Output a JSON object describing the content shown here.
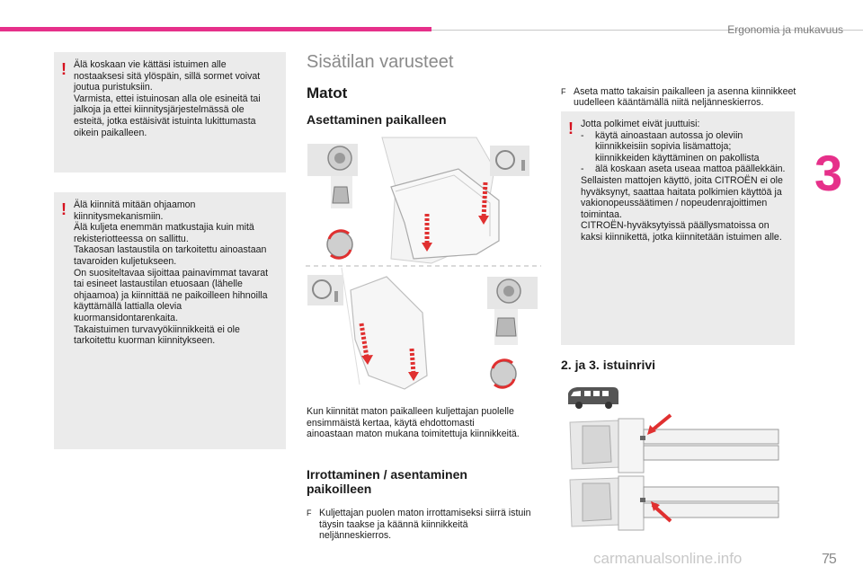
{
  "header": {
    "running_title": "Ergonomia ja mukavuus",
    "chapter_number": "3",
    "page_number": "75"
  },
  "watermark": "carmanualsonline.info",
  "left_col": {
    "warning1": {
      "icon": "!",
      "text": "Älä koskaan vie kättäsi istuimen alle nostaaksesi sitä ylöspäin, sillä sormet voivat joutua puristuksiin.\nVarmista, ettei istuinosan alla ole esineitä tai jalkoja ja ettei kiinnitysjärjestelmässä ole esteitä, jotka estäisivät istuinta lukittumasta oikein paikalleen."
    },
    "warning2": {
      "icon": "!",
      "text": "Älä kiinnitä mitään ohjaamon kiinnitysmekanismiin.\nÄlä kuljeta enemmän matkustajia kuin mitä rekisteriotteessa on sallittu.\nTakaosan lastaustila on tarkoitettu ainoastaan tavaroiden kuljetukseen.\nOn suositeltavaa sijoittaa painavimmat tavarat tai esineet lastaustilan etuosaan (lähelle ohjaamoa) ja kiinnittää ne paikoilleen hihnoilla käyttämällä lattialla olevia kuormansidontarenkaita.\nTakaistuimen turvavyökiinnikkeitä ei ole tarkoitettu kuorman kiinnitykseen."
    }
  },
  "mid_col": {
    "section_title": "Sisätilan varusteet",
    "h_mats": "Matot",
    "h_install": "Asettaminen paikalleen",
    "install_text": "Kun kiinnität maton paikalleen kuljettajan puolelle ensimmäistä kertaa, käytä ehdottomasti ainoastaan maton mukana toimitettuja kiinnikkeitä.",
    "h_remove": "Irrottaminen / asentaminen paikoilleen",
    "remove_bullet": {
      "symbol": "F",
      "text": "Kuljettajan puolen maton irrottamiseksi siirrä istuin täysin taakse ja käännä kiinnikkeitä neljänneskierros."
    }
  },
  "right_col": {
    "bullet": {
      "symbol": "F",
      "text": "Aseta matto takaisin paikalleen ja asenna kiinnikkeet uudelleen kääntämällä niitä neljänneskierros."
    },
    "warning3": {
      "icon": "!",
      "intro": "Jotta polkimet eivät juuttuisi:",
      "items": [
        {
          "dash": "-",
          "text": "käytä ainoastaan autossa jo oleviin kiinnikkeisiin sopivia lisämattoja; kiinnikkeiden käyttäminen on pakollista"
        },
        {
          "dash": "-",
          "text": "älä koskaan aseta useaa mattoa päällekkäin."
        }
      ],
      "outro": "Sellaisten mattojen käyttö, joita CITROËN ei ole hyväksynyt, saattaa haitata polkimien käyttöä ja vakionopeussäätimen / nopeudenrajoittimen toimintaa.\nCITROËN-hyväksytyissä päällysmatoissa on kaksi kiinnikettä, jotka kiinnitetään istuimen alle."
    },
    "h_rows": "2. ja 3. istuinrivi"
  }
}
